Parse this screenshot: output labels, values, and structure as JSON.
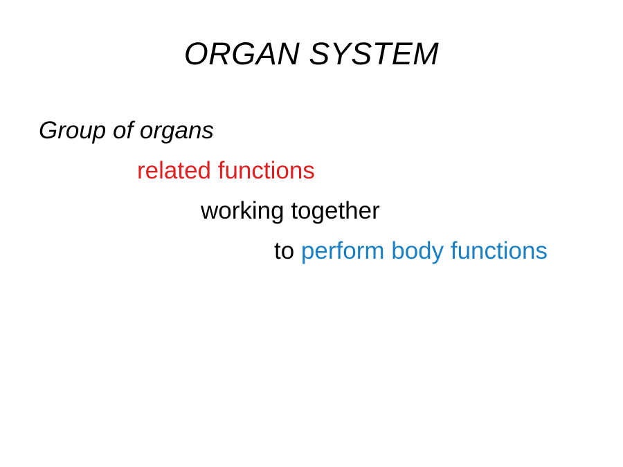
{
  "slide": {
    "background_color": "#FFFFFF",
    "title": "ORGAN SYSTEM",
    "colors": {
      "text_black": "#000000",
      "accent_red": "#E02020",
      "accent_blue": "#1B7FC4"
    },
    "body_lines": [
      {
        "indent_level": 0,
        "style": "italic",
        "segments": [
          {
            "text": "Group of organs",
            "color": "#000000"
          }
        ]
      },
      {
        "indent_level": 1,
        "style": "upright",
        "segments": [
          {
            "text": "related functions",
            "color": "#E02020"
          }
        ]
      },
      {
        "indent_level": 2,
        "style": "upright",
        "segments": [
          {
            "text": "working together",
            "color": "#000000"
          }
        ]
      },
      {
        "indent_level": 3,
        "style": "upright",
        "segments": [
          {
            "text": "to ",
            "color": "#000000"
          },
          {
            "text": "perform body functions",
            "color": "#1B7FC4"
          }
        ]
      }
    ]
  }
}
